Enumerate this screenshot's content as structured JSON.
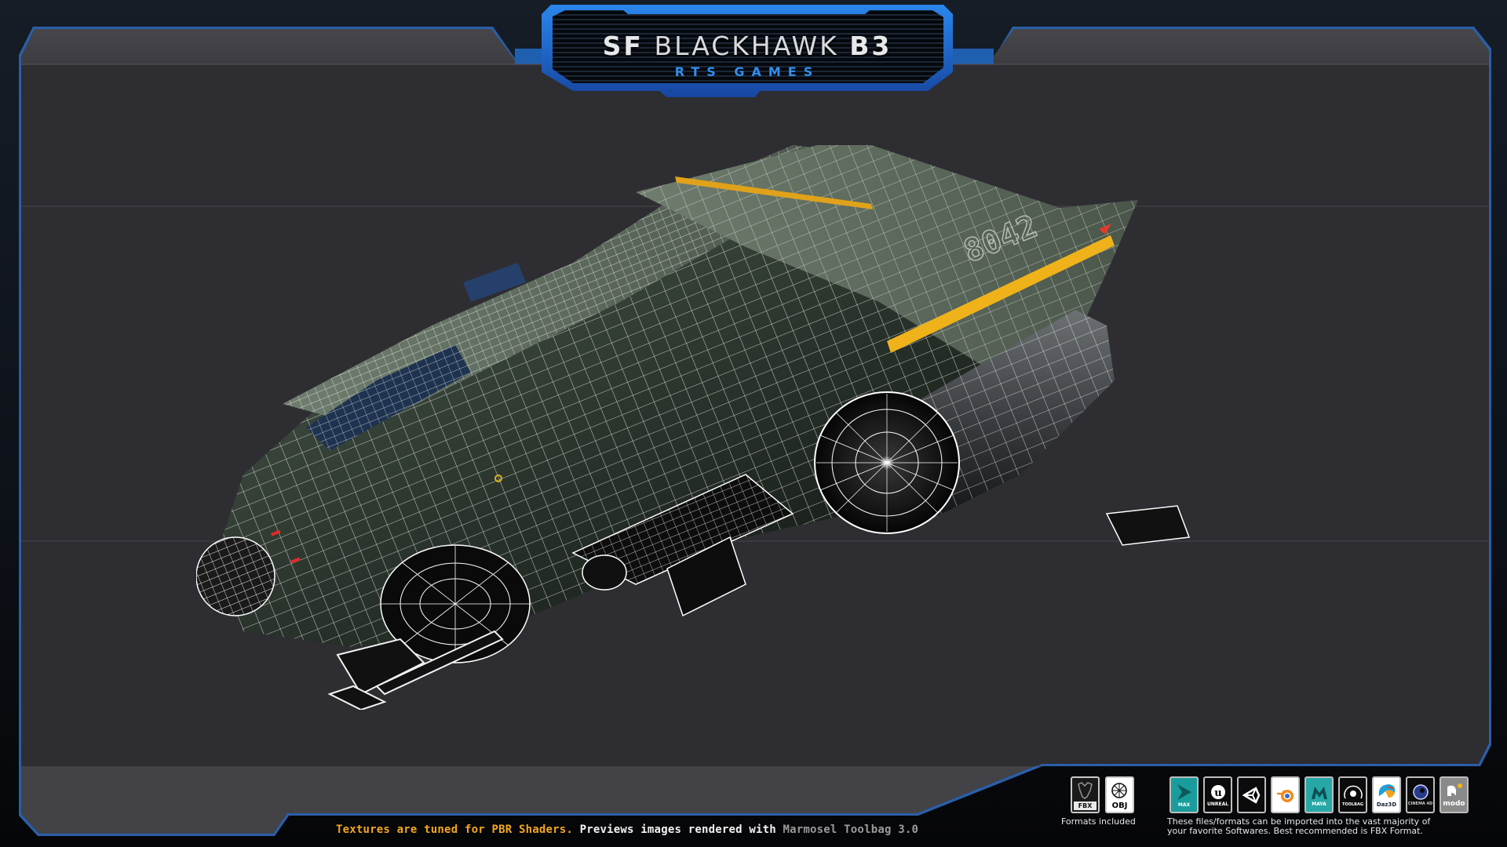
{
  "header": {
    "title_prefix": "SF",
    "title_main": "BLACKHAWK",
    "title_suffix": "B3",
    "subtitle": "RTS GAMES"
  },
  "viewport": {
    "subject": "SF Blackhawk B3 spaceship wireframe over textured render",
    "hull_marking": "8042",
    "render_style": "textured + wireframe overlay"
  },
  "footer": {
    "note_highlight": "Textures are tuned for PBR Shaders.",
    "note_middle": " Previews images rendered with ",
    "note_renderer": "Marmosel Toolbag 3.0",
    "formats": [
      {
        "label": "FBX",
        "icon": "fbx-file-icon"
      },
      {
        "label": "OBJ",
        "icon": "obj-file-icon"
      }
    ],
    "formats_caption": "Formats included",
    "software": [
      {
        "label": "MAX",
        "icon": "3ds-max-icon",
        "bg": "#1a9c9c"
      },
      {
        "label": "UNREAL",
        "icon": "unreal-engine-icon",
        "bg": "#0b0b0b"
      },
      {
        "label": "",
        "icon": "unity-icon",
        "bg": "#0b0b0b"
      },
      {
        "label": "",
        "icon": "blender-icon",
        "bg": "#ffffff"
      },
      {
        "label": "MAYA",
        "icon": "maya-icon",
        "bg": "#27a8a6"
      },
      {
        "label": "TOOLBAG",
        "icon": "marmoset-toolbag-icon",
        "bg": "#0b0b0b"
      },
      {
        "label": "Daz3D",
        "icon": "daz3d-icon",
        "bg": "#ffffff"
      },
      {
        "label": "CINEMA 4D",
        "icon": "cinema4d-icon",
        "bg": "#0b0b0b"
      },
      {
        "label": "modo",
        "icon": "modo-icon",
        "bg": "#8a8a8a"
      }
    ],
    "software_caption_line1": "These files/formats can be imported into the vast majority of",
    "software_caption_line2": "your favorite Softwares. Best recommended is FBX Format."
  },
  "colors": {
    "frame_blue": "#2a5fa8",
    "title_blue": "#1f6fe0",
    "panel_dark": "#2e2d32",
    "panel_band": "#3d3d42",
    "accent_orange": "#f2a71e"
  }
}
